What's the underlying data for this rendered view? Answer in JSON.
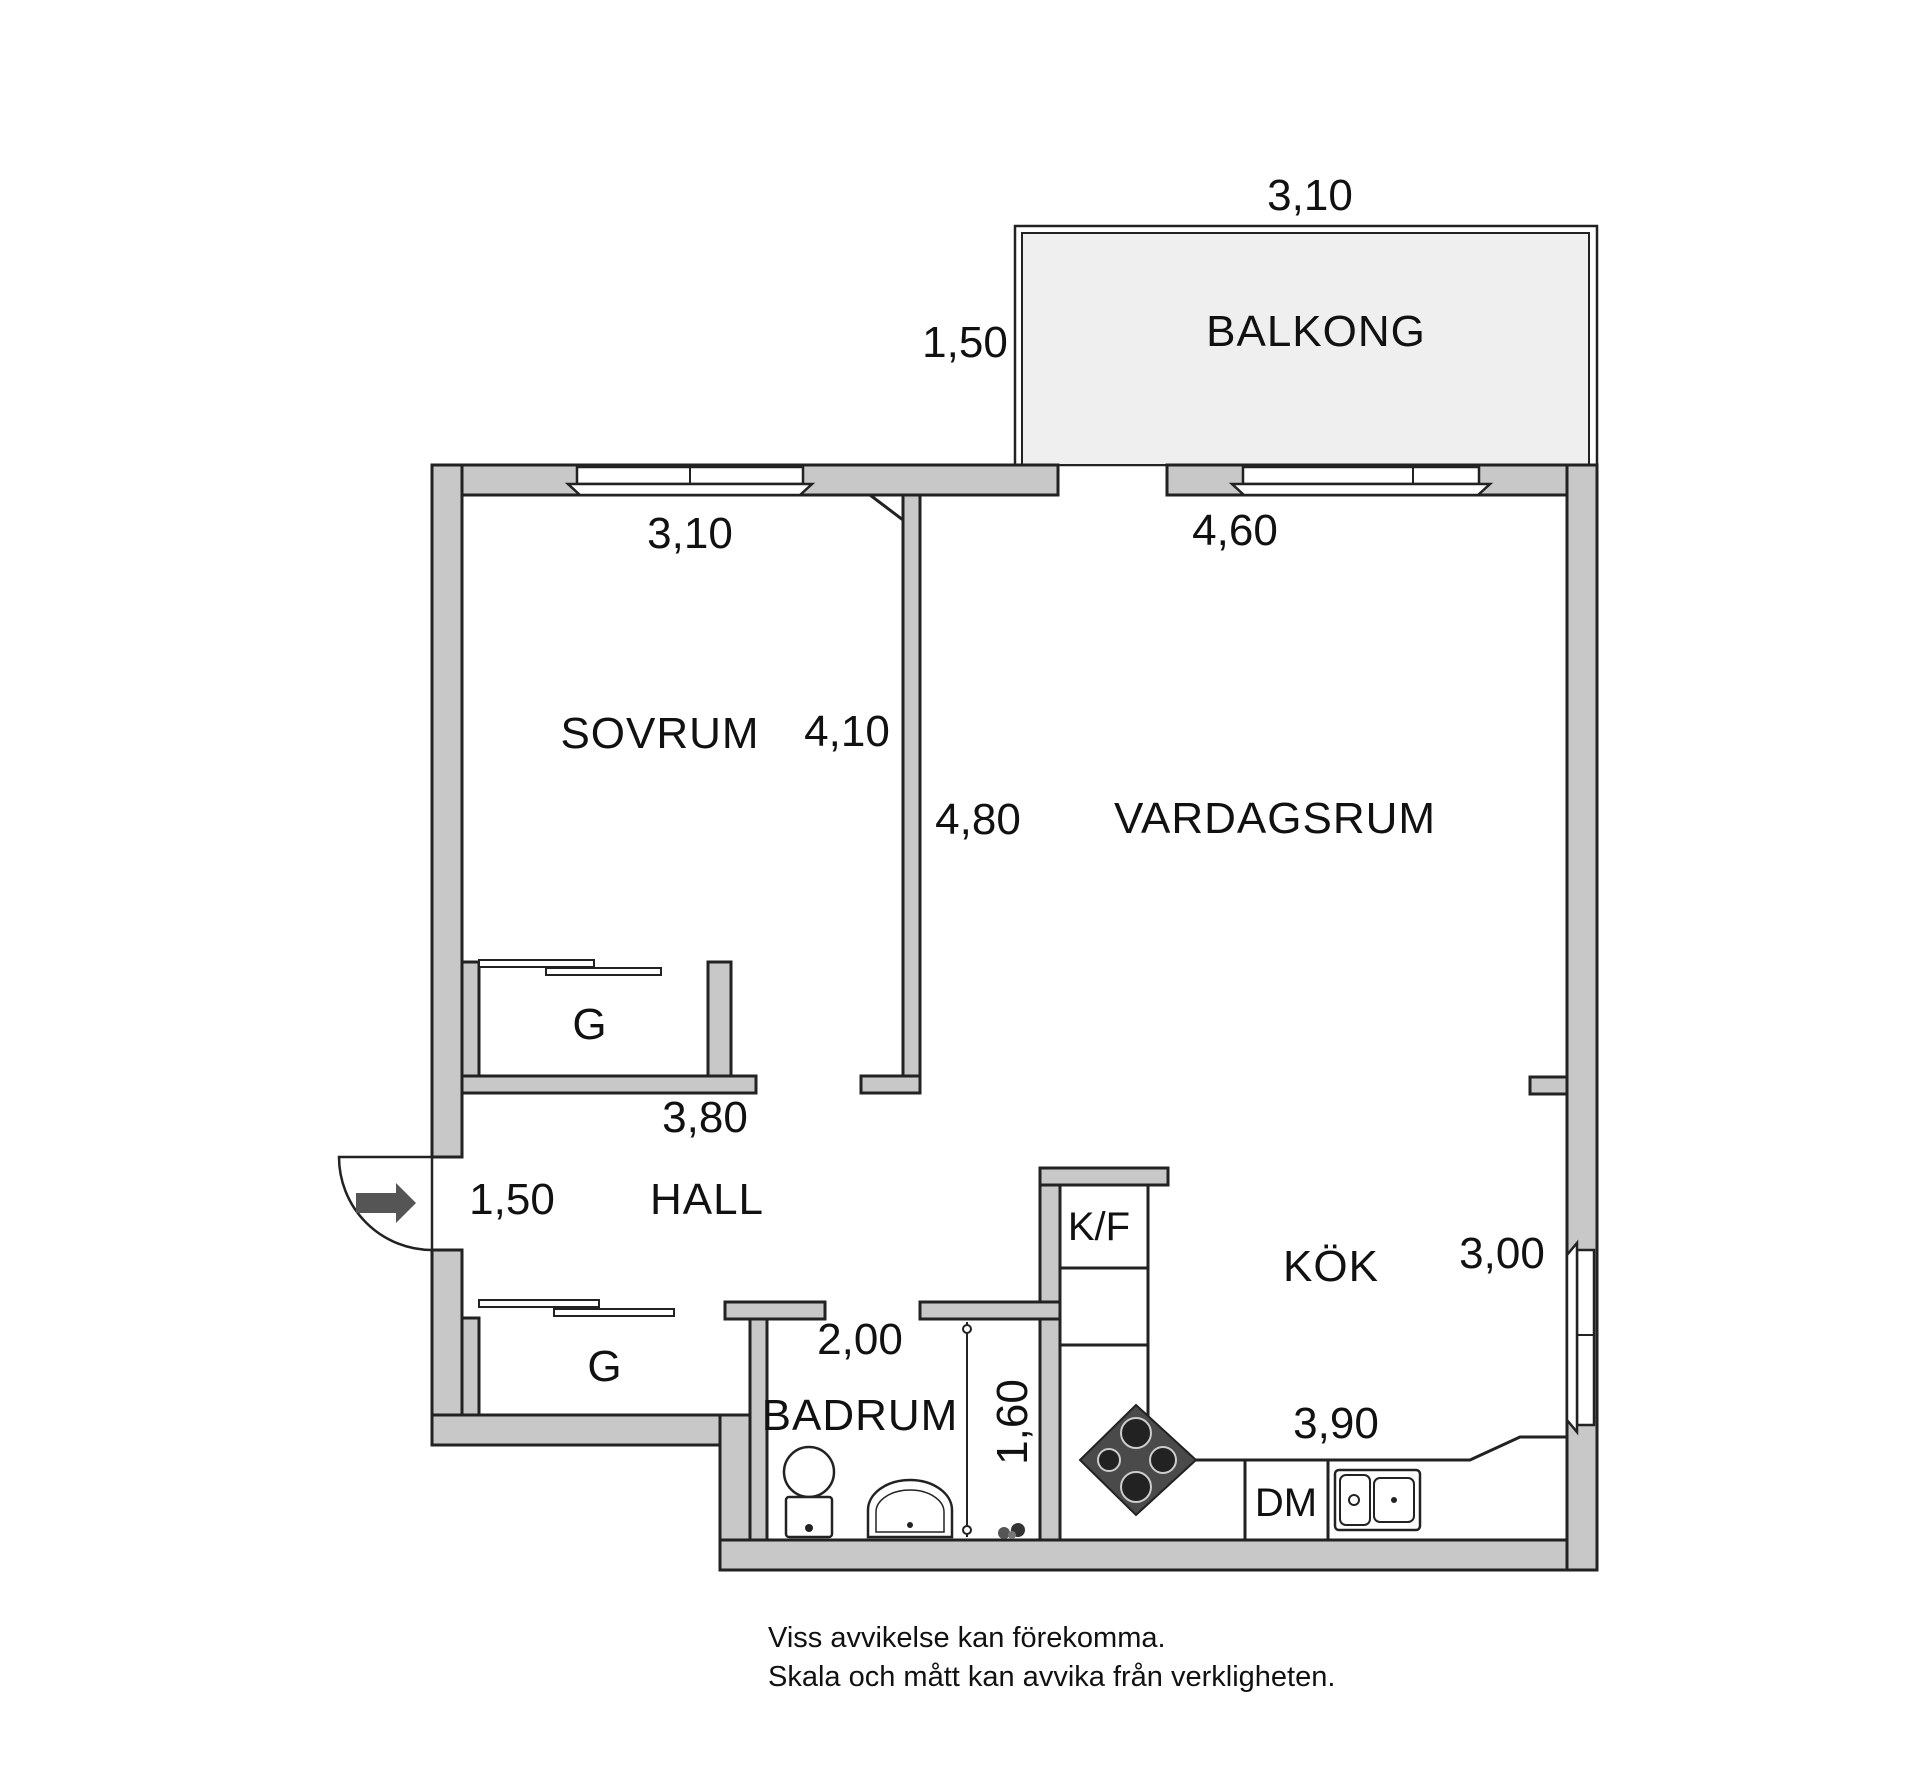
{
  "rooms": {
    "balkong": "BALKONG",
    "sovrum": "SOVRUM",
    "vardagsrum": "VARDAGSRUM",
    "hall": "HALL",
    "kok": "KÖK",
    "badrum": "BADRUM",
    "garderob_upper": "G",
    "garderob_lower": "G"
  },
  "fixtures": {
    "kyl_frys": "K/F",
    "diskmaskin": "DM"
  },
  "dimensions": {
    "balkong_width": "3,10",
    "balkong_depth": "1,50",
    "sovrum_width": "3,10",
    "sovrum_length": "4,10",
    "vardagsrum_width": "4,60",
    "vardagsrum_length": "4,80",
    "hall_width": "3,80",
    "hall_depth": "1,50",
    "badrum_width": "2,00",
    "badrum_length": "1,60",
    "kok_length": "3,00",
    "kok_width": "3,90"
  },
  "notes": {
    "line1": "Viss avvikelse kan förekomma.",
    "line2": "Skala och mått kan avvika från verkligheten."
  },
  "colors": {
    "wall": "#c8c8c8",
    "balcony": "#efefef",
    "stove": "#4a4a4a",
    "entry_arrow": "#555555"
  }
}
